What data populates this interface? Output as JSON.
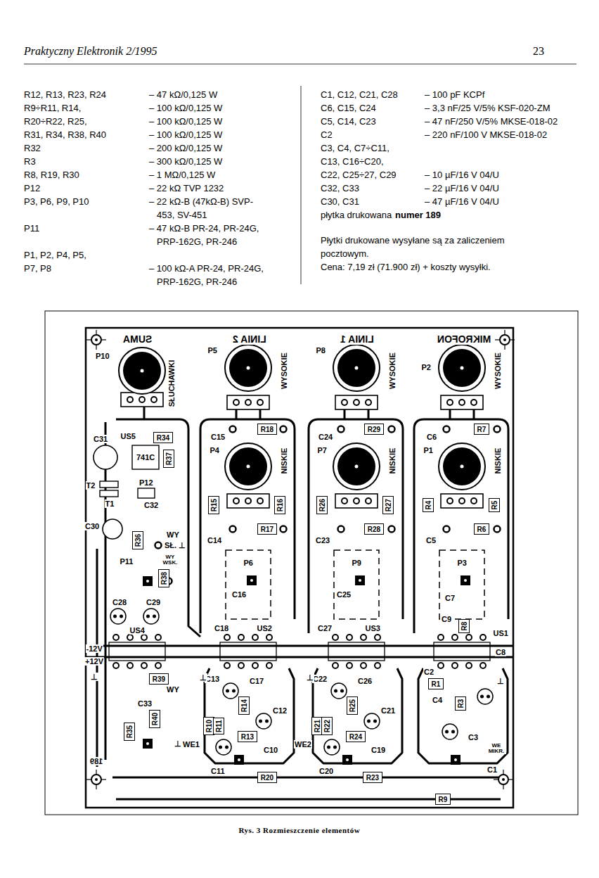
{
  "diagram": {
    "caption": "Rys. 3 Rozmieszczenie elementów",
    "nodes": [
      {
        "text": [
          "R18"
        ]
      },
      {
        "text": [
          "R29"
        ]
      },
      {
        "text": [
          "R7"
        ]
      },
      {
        "text": [
          "R34"
        ]
      },
      {
        "text": [
          "R37"
        ]
      },
      {
        "text": [
          "R15"
        ]
      },
      {
        "text": [
          "R16"
        ]
      },
      {
        "text": [
          "R26"
        ]
      },
      {
        "text": [
          "R27"
        ]
      },
      {
        "text": [
          "R4"
        ]
      },
      {
        "text": [
          "R5"
        ]
      },
      {
        "text": [
          "R17"
        ]
      },
      {
        "text": [
          "R28"
        ]
      },
      {
        "text": [
          "R6"
        ]
      },
      {
        "text": [
          "R36"
        ]
      },
      {
        "text": [
          "R38"
        ]
      },
      {
        "text": [
          "R8"
        ]
      },
      {
        "text": [
          "R39"
        ]
      },
      {
        "text": [
          "R14"
        ]
      },
      {
        "text": [
          "R25"
        ]
      },
      {
        "text": [
          "R1"
        ]
      },
      {
        "text": [
          "R3"
        ]
      },
      {
        "text": [
          "R10"
        ]
      },
      {
        "text": [
          "R11"
        ]
      },
      {
        "text": [
          "R21"
        ]
      },
      {
        "text": [
          "R22"
        ]
      },
      {
        "text": [
          "R13"
        ]
      },
      {
        "text": [
          "R24"
        ]
      },
      {
        "text": [
          "R40"
        ]
      },
      {
        "text": [
          "R35"
        ]
      },
      {
        "text": [
          "R20"
        ]
      },
      {
        "text": [
          "R23"
        ]
      },
      {
        "text": [
          "R9"
        ]
      }
    ],
    "labels": [
      "Praktyczny Elektronik 2/1995",
      "23",
      "R12, R13, R23, R24",
      "– 47 kΩ/0,125 W",
      "R9÷R11, R14,",
      "– 100 kΩ/0,125 W",
      "R20÷R22, R25,",
      "– 100 kΩ/0,125 W",
      "R31, R34, R38, R40",
      "– 100 kΩ/0,125 W",
      "R32",
      "– 200 kΩ/0,125 W",
      "R3",
      "– 300 kΩ/0,125 W",
      "R8, R19, R30",
      "– 1 MΩ/0,125 W",
      "P12",
      "– 22 kΩ TVP 1232",
      "P3, P6, P9, P10",
      "– 22 kΩ-B (47kΩ-B) SVP-453, SV-451",
      "P11",
      "– 47 kΩ-B PR-24, PR-24G, PRP-162G, PR-246",
      "P1, P2, P4, P5, P7, P8",
      "– 100 kΩ-A PR-24, PR-24G, PRP-162G, PR-246",
      "C1, C12, C21, C28",
      "– 100 pF KCPf",
      "C6, C15, C24",
      "– 3,3 nF/25 V/5% KSF-020-ZM",
      "C5, C14, C23",
      "– 47 nF/250 V/5% MKSE-018-02",
      "C2",
      "– 220 nF/100 V MKSE-018-02",
      "C3, C4, C7÷C11, C13, C16÷C20, C22, C25÷27, C29",
      "– 10 µF/16 V 04/U",
      "C32, C33",
      "– 22 µF/16 V 04/U",
      "C30, C31",
      "– 47 µF/16 V 04/U",
      "płytka drukowana",
      "numer 189",
      "Płytki drukowane wysyłane są za zaliczeniem pocztowym.",
      "Cena: 7,19 zł (71.900 zł) + koszty wysyłki.",
      "SUMA",
      "LINIA 2",
      "LINIA 1",
      "MIKROFON",
      "P10",
      "SŁUCHAWKI",
      "P5",
      "WYSOKIE",
      "P8",
      "WYSOKIE",
      "P2",
      "WYSOKIE",
      "C15",
      "P4",
      "NISKIE",
      "C24",
      "P7",
      "NISKIE",
      "C6",
      "P1",
      "NISKIE",
      "C14",
      "C23",
      "C5",
      "C31",
      "US5",
      "741C",
      "T2",
      "T1",
      "P12",
      "C32",
      "C30",
      "WY",
      "SŁ. ⊥",
      "P11",
      "WY WSK.",
      "P6",
      "P9",
      "P3",
      "C16",
      "C25",
      "C7",
      "C18",
      "US2",
      "C27",
      "US3",
      "C9",
      "US1",
      "C8",
      "C28",
      "C29",
      "US4",
      "-12V",
      "+12V",
      "⊥",
      "WY",
      "C33",
      "WE1",
      "WE2",
      "C13",
      "C12",
      "C17",
      "C11",
      "C10",
      "C22",
      "C21",
      "C26",
      "C20",
      "C19",
      "C2",
      "C4",
      "C3",
      "C1",
      "WE MIKR.",
      "⊥",
      "⊥",
      "⊥",
      "⊥",
      "189"
    ]
  }
}
